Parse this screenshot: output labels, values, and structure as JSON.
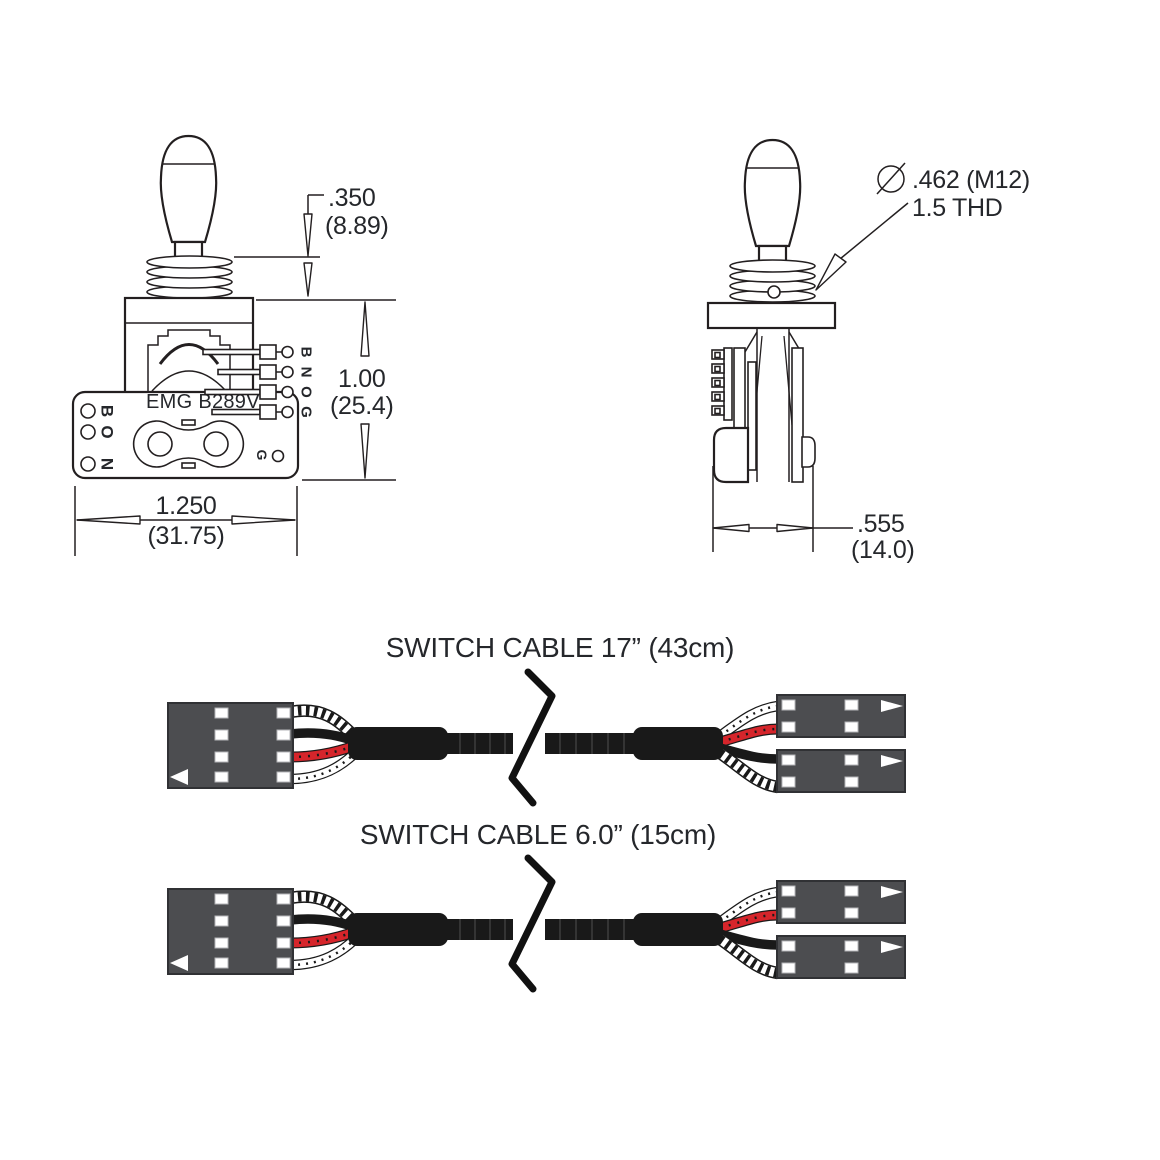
{
  "front_view": {
    "pcb_label": "EMG B289V",
    "left_pads": [
      "B",
      "O",
      "N"
    ],
    "right_pins": [
      "B",
      "N",
      "O",
      "G"
    ],
    "ground_pad": "G",
    "dim_actuator_height": {
      "inches": ".350",
      "mm": "(8.89)"
    },
    "dim_body_height": {
      "inches": "1.00",
      "mm": "(25.4)"
    },
    "dim_body_width": {
      "inches": "1.250",
      "mm": "(31.75)"
    }
  },
  "side_view": {
    "thread_spec_line1": ".462 (M12)",
    "thread_spec_line2": "1.5 THD",
    "dim_body_depth": {
      "inches": ".555",
      "mm": "(14.0)"
    }
  },
  "cables": [
    {
      "label": "SWITCH CABLE 17” (43cm)"
    },
    {
      "label": "SWITCH CABLE 6.0” (15cm)"
    }
  ],
  "colors": {
    "line": "#231f20",
    "text": "#25272b",
    "connector_gray": "#4c4d50",
    "cable_black": "#191919",
    "wire_red": "#d6252b",
    "background": "#ffffff"
  }
}
